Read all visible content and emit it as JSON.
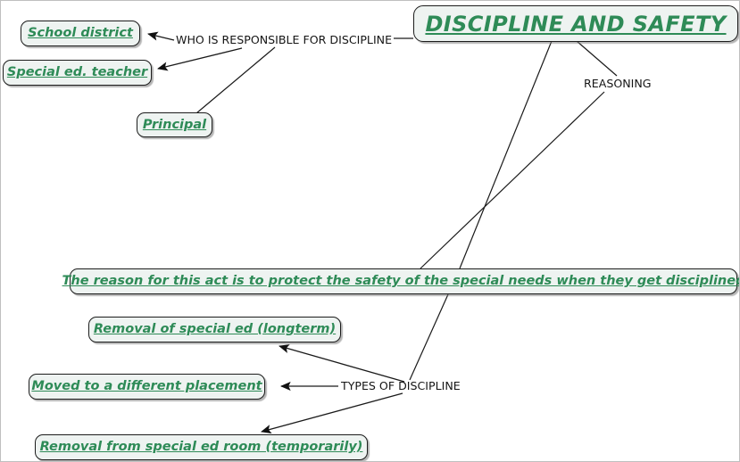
{
  "diagram": {
    "type": "concept-map",
    "background_color": "#ffffff",
    "node_fill_color": "#eef3f1",
    "node_border_color": "#1c1c1c",
    "node_text_color": "#2e8b57",
    "edge_color": "#1a1a1a",
    "edge_label_color": "#151515",
    "title": "DISCIPLINE AND SAFETY",
    "nodes": [
      {
        "id": "title",
        "label": "DISCIPLINE AND SAFETY"
      },
      {
        "id": "district",
        "label": "School district"
      },
      {
        "id": "sped_teacher",
        "label": "Special ed. teacher"
      },
      {
        "id": "principal",
        "label": "Principal"
      },
      {
        "id": "reason",
        "label": "The reason for this act is to protect the safety of the special needs when they get disciplined"
      },
      {
        "id": "removal_long",
        "label": "Removal of special ed (longterm)"
      },
      {
        "id": "placement",
        "label": "Moved to a different placement"
      },
      {
        "id": "removal_temp",
        "label": "Removal from special ed room (temporarily)"
      }
    ],
    "edge_labels": [
      {
        "id": "responsible",
        "label": "WHO IS RESPONSIBLE FOR DISCIPLINE"
      },
      {
        "id": "reasoning",
        "label": "REASONING"
      },
      {
        "id": "types",
        "label": "TYPES OF DISCIPLINE"
      }
    ],
    "relations": [
      {
        "from": "title",
        "via": "responsible",
        "to": "School district"
      },
      {
        "from": "title",
        "via": "responsible",
        "to": "Special ed. teacher"
      },
      {
        "from": "title",
        "via": "responsible",
        "to": "Principal"
      },
      {
        "from": "title",
        "via": "reasoning",
        "to": "The reason for this act is to protect the safety of the special needs when they get disciplined"
      },
      {
        "from": "title",
        "via": "types",
        "to": "Removal of special ed (longterm)"
      },
      {
        "from": "title",
        "via": "types",
        "to": "Moved to a different placement"
      },
      {
        "from": "title",
        "via": "types",
        "to": "Removal from special ed room (temporarily)"
      }
    ]
  }
}
